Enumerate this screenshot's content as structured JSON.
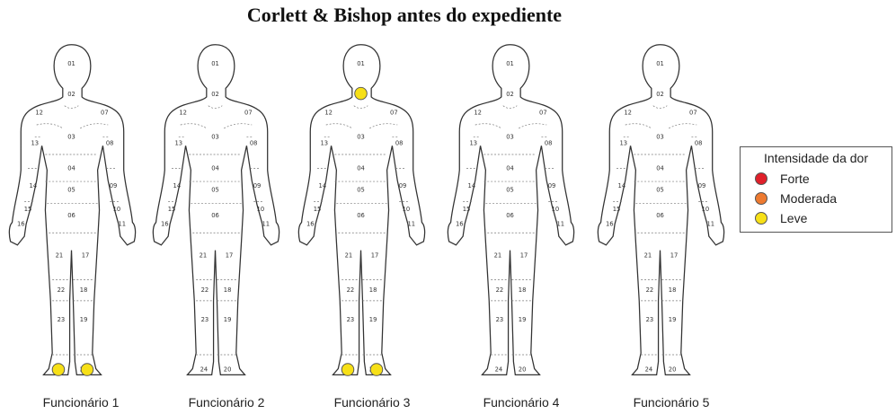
{
  "title": "Corlett & Bishop antes do expediente",
  "figures": [
    {
      "caption": "Funcionário 1",
      "pain": [
        {
          "zone": "24",
          "intensity": "Leve"
        },
        {
          "zone": "20",
          "intensity": "Leve"
        }
      ]
    },
    {
      "caption": "Funcionário 2",
      "pain": []
    },
    {
      "caption": "Funcionário 3",
      "pain": [
        {
          "zone": "02",
          "intensity": "Leve"
        },
        {
          "zone": "24",
          "intensity": "Leve"
        },
        {
          "zone": "20",
          "intensity": "Leve"
        }
      ]
    },
    {
      "caption": "Funcionário 4",
      "pain": []
    },
    {
      "caption": "Funcionário 5",
      "pain": []
    }
  ],
  "zone_labels": [
    "01",
    "02",
    "12",
    "07",
    "03",
    "13",
    "08",
    "04",
    "14",
    "09",
    "05",
    "15",
    "10",
    "06",
    "16",
    "11",
    "21",
    "17",
    "22",
    "18",
    "23",
    "19",
    "24",
    "20"
  ],
  "legend": {
    "title": "Intensidade da dor",
    "items": [
      {
        "label": "Forte",
        "color": "#e0202a"
      },
      {
        "label": "Moderada",
        "color": "#ee7a30"
      },
      {
        "label": "Leve",
        "color": "#f7e017"
      }
    ]
  }
}
